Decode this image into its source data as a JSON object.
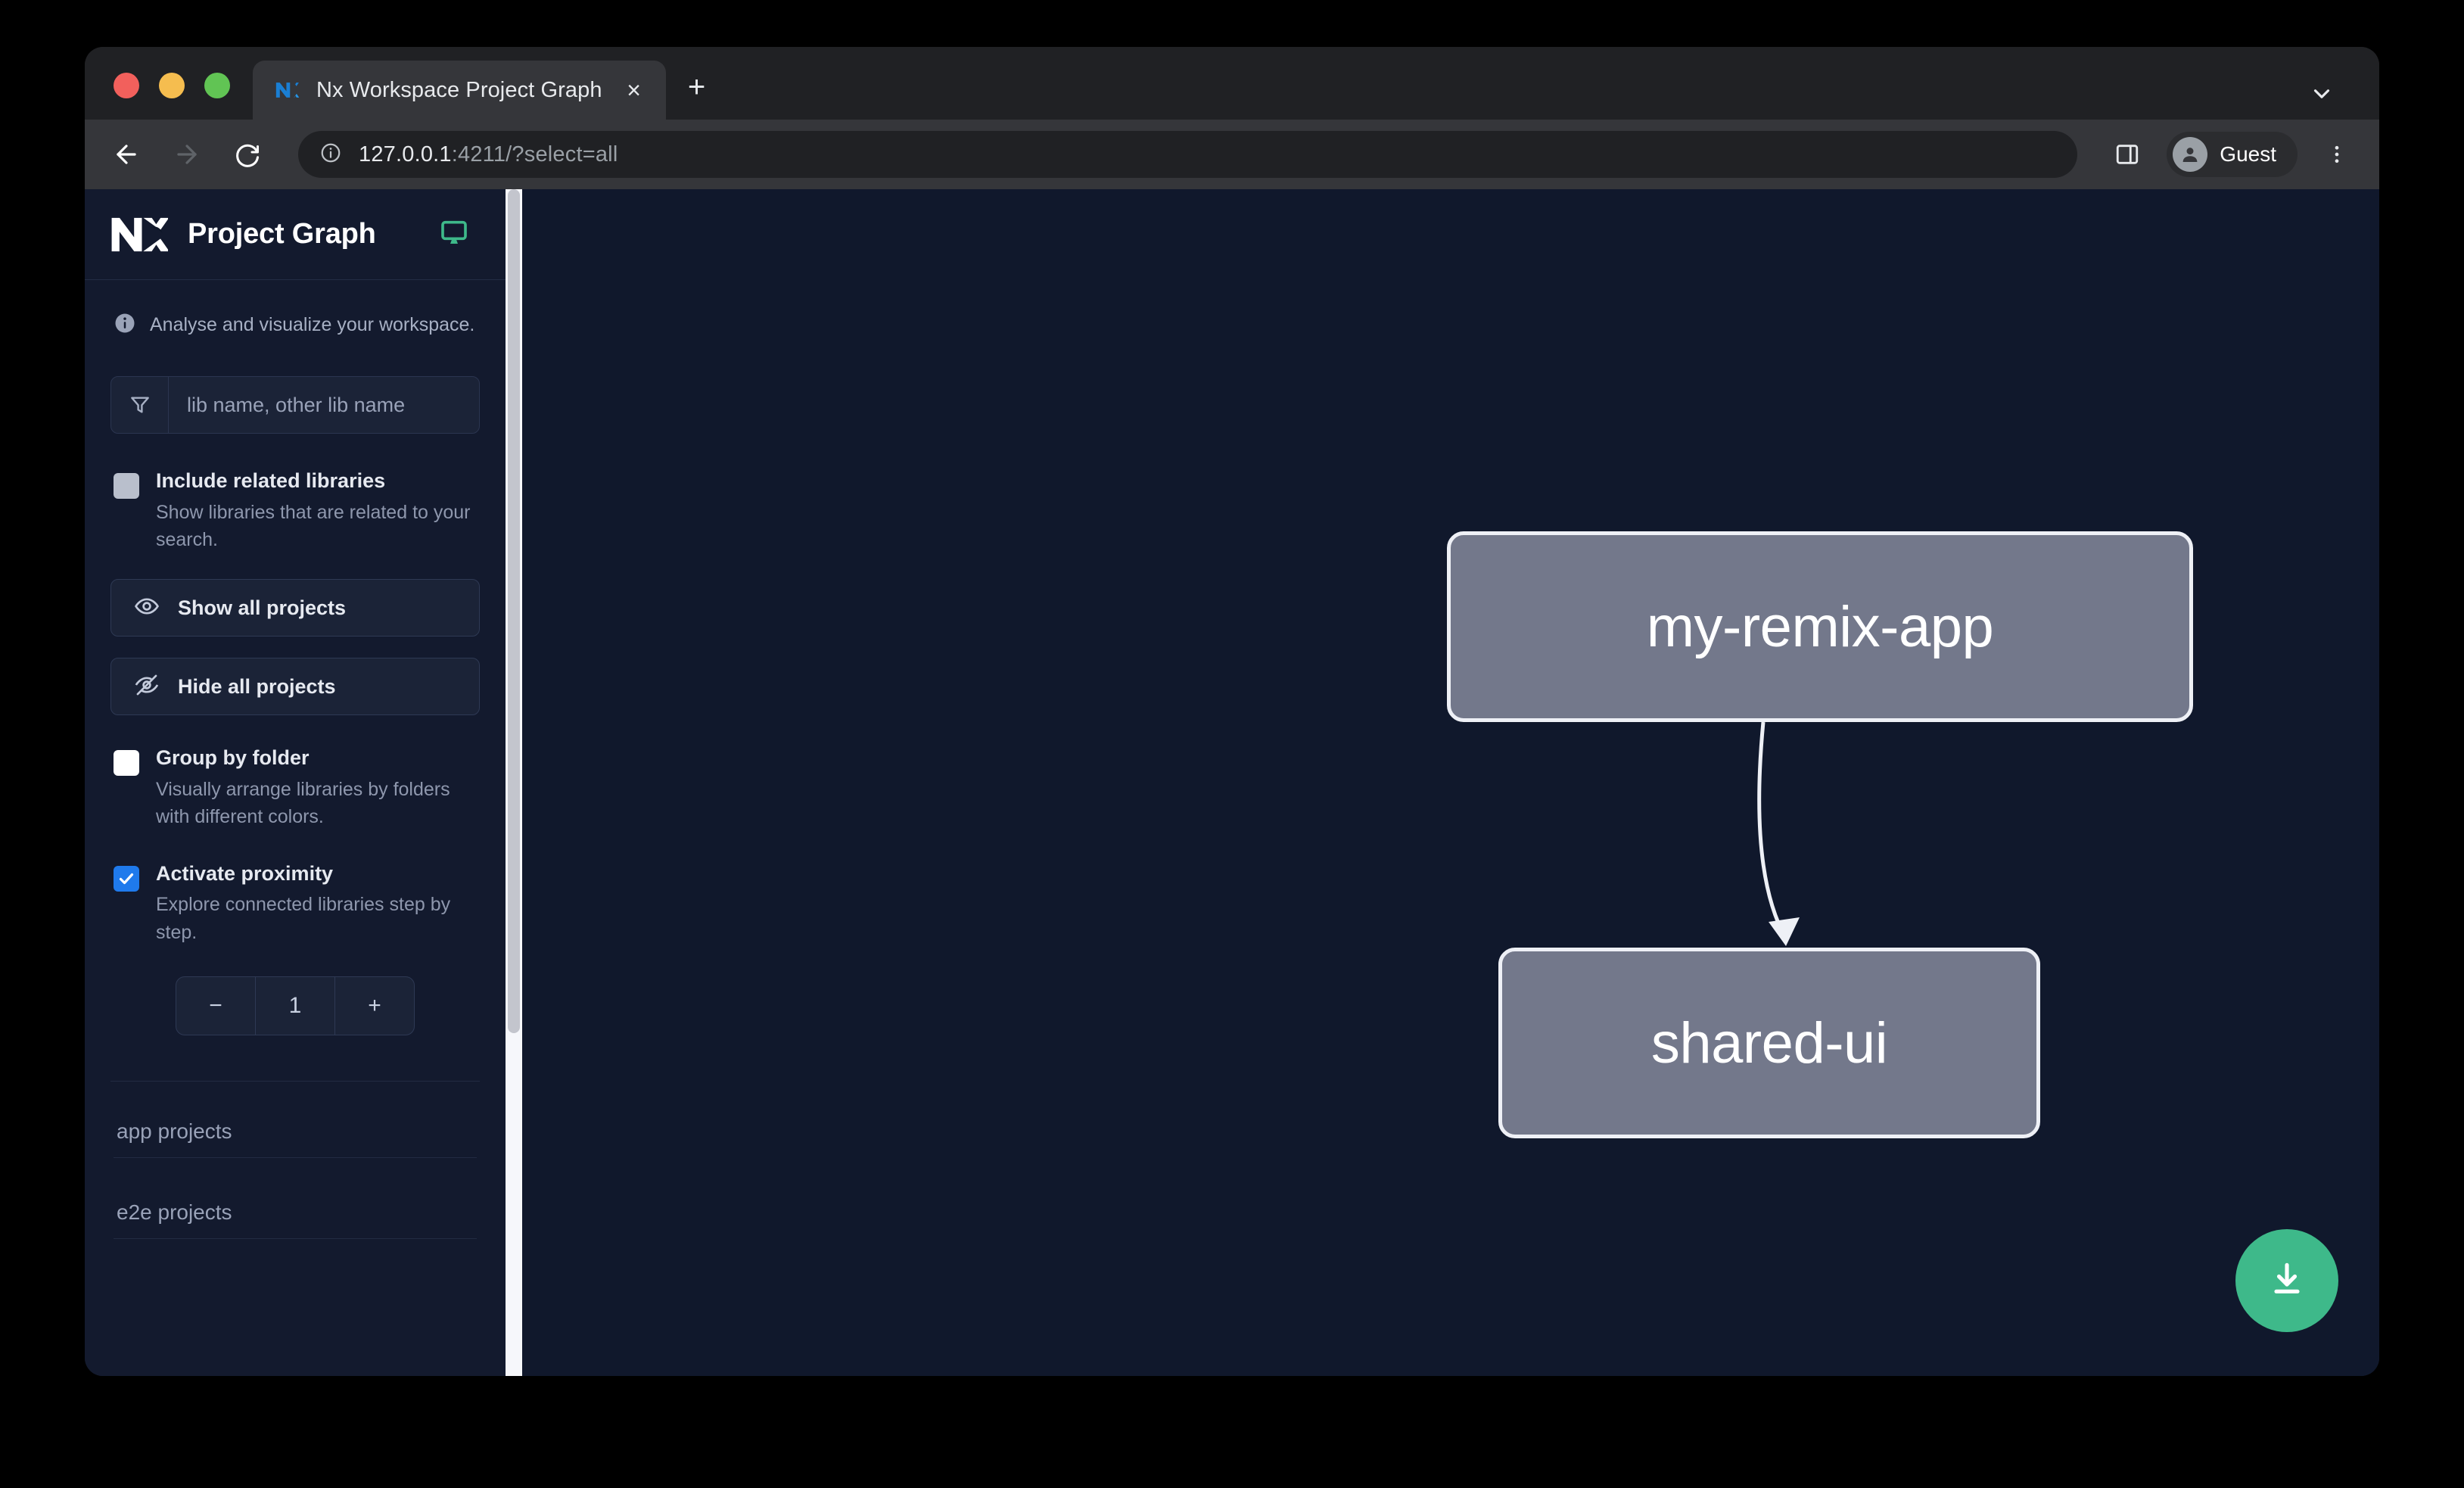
{
  "browser": {
    "tab": {
      "title": "Nx Workspace Project Graph",
      "favicon": "nx-favicon-icon",
      "close_label": "×"
    },
    "new_tab_label": "+",
    "tabstrip_chevron": "chevron-down-icon",
    "toolbar": {
      "back": "back-arrow-icon",
      "forward": "forward-arrow-icon",
      "reload": "reload-icon",
      "site_info": "info-circle-icon",
      "url_host": "127.0.0.1",
      "url_rest": ":4211/?select=all",
      "side_panel": "side-panel-icon",
      "profile_name": "Guest",
      "menu": "kebab-menu-icon"
    }
  },
  "sidebar": {
    "title": "Project Graph",
    "logo": "nx-logo",
    "monitor_icon": "monitor-icon",
    "tagline": "Analyse and visualize your workspace.",
    "filter": {
      "placeholder": "lib name, other lib name",
      "icon": "filter-funnel-icon"
    },
    "options": [
      {
        "label": "Include related libraries",
        "description": "Show libraries that are related to your search.",
        "checked": false,
        "style": "grey"
      },
      {
        "label": "Group by folder",
        "description": "Visually arrange libraries by folders with different colors.",
        "checked": false,
        "style": "white"
      },
      {
        "label": "Activate proximity",
        "description": "Explore connected libraries step by step.",
        "checked": true,
        "style": "blue"
      }
    ],
    "buttons": [
      {
        "label": "Show all projects",
        "icon": "eye-icon"
      },
      {
        "label": "Hide all projects",
        "icon": "eye-off-icon"
      }
    ],
    "stepper": {
      "decrement": "−",
      "value": "1",
      "increment": "+"
    },
    "groups": [
      {
        "label": "app projects"
      },
      {
        "label": "e2e projects"
      }
    ]
  },
  "graph": {
    "nodes": [
      {
        "id": "my-remix-app",
        "label": "my-remix-app"
      },
      {
        "id": "shared-ui",
        "label": "shared-ui"
      }
    ],
    "edges": [
      {
        "from": "my-remix-app",
        "to": "shared-ui"
      }
    ],
    "download_button": {
      "icon": "download-icon"
    }
  },
  "colors": {
    "accent_green": "#3eb98a",
    "checkbox_blue": "#1f7aec",
    "node_fill": "#73788b",
    "node_border": "#eef0f6",
    "canvas_bg": "#10182c",
    "sidebar_bg": "#131a2e"
  }
}
